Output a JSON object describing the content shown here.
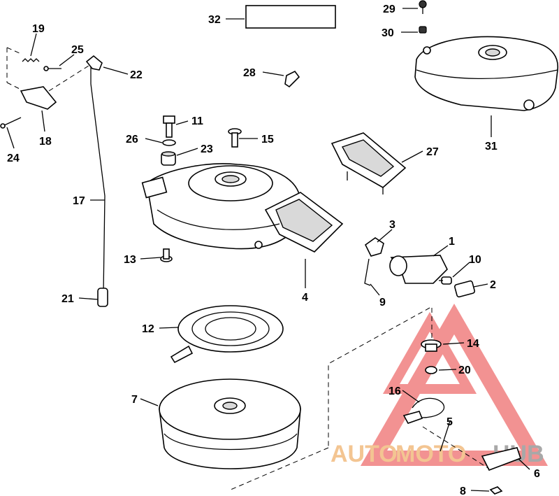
{
  "callouts": [
    {
      "id": "c1",
      "text": "1"
    },
    {
      "id": "c2",
      "text": "2"
    },
    {
      "id": "c3",
      "text": "3"
    },
    {
      "id": "c4",
      "text": "4"
    },
    {
      "id": "c5",
      "text": "5"
    },
    {
      "id": "c6",
      "text": "6"
    },
    {
      "id": "c7",
      "text": "7"
    },
    {
      "id": "c8",
      "text": "8"
    },
    {
      "id": "c9",
      "text": "9"
    },
    {
      "id": "c10",
      "text": "10"
    },
    {
      "id": "c11",
      "text": "11"
    },
    {
      "id": "c12",
      "text": "12"
    },
    {
      "id": "c13",
      "text": "13"
    },
    {
      "id": "c14",
      "text": "14"
    },
    {
      "id": "c15",
      "text": "15"
    },
    {
      "id": "c16",
      "text": "16"
    },
    {
      "id": "c17",
      "text": "17"
    },
    {
      "id": "c18",
      "text": "18"
    },
    {
      "id": "c19",
      "text": "19"
    },
    {
      "id": "c20",
      "text": "20"
    },
    {
      "id": "c21",
      "text": "21"
    },
    {
      "id": "c22",
      "text": "22"
    },
    {
      "id": "c23",
      "text": "23"
    },
    {
      "id": "c24",
      "text": "24"
    },
    {
      "id": "c25",
      "text": "25"
    },
    {
      "id": "c26",
      "text": "26"
    },
    {
      "id": "c27",
      "text": "27"
    },
    {
      "id": "c28",
      "text": "28"
    },
    {
      "id": "c29",
      "text": "29"
    },
    {
      "id": "c30",
      "text": "30"
    },
    {
      "id": "c31",
      "text": "31"
    },
    {
      "id": "c32",
      "text": "32"
    }
  ],
  "watermark": {
    "part1": "AUTO",
    "part2": "MOTO",
    "part3": "HUB",
    "color_main": "#f2bb80",
    "color_accent": "#9a9a9a",
    "triangle_color": "#f08080"
  }
}
